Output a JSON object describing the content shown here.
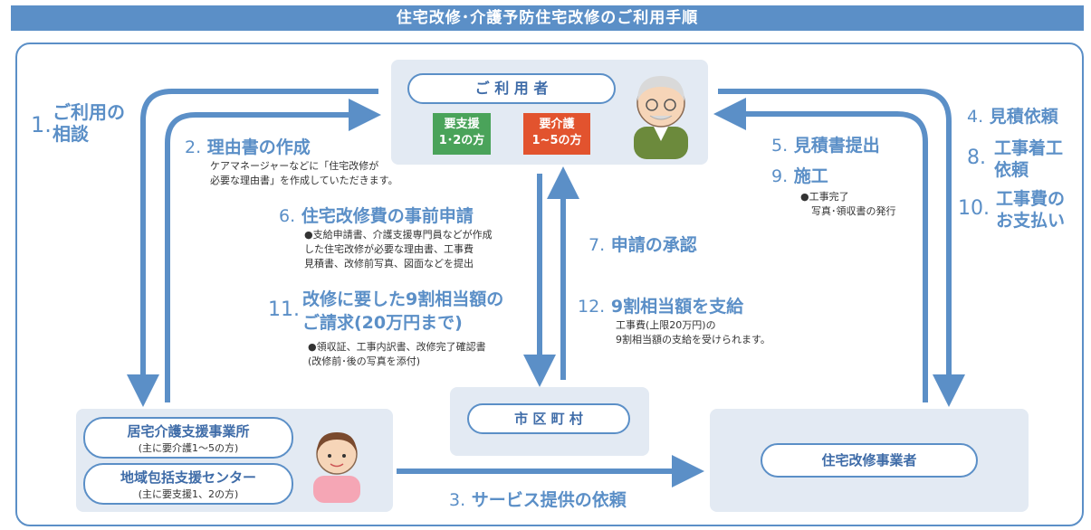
{
  "title": "住宅改修･介護予防住宅改修のご利用手順",
  "nodes": {
    "user": "ご 利 用 者",
    "user_badge_support": {
      "line1": "要支援",
      "line2": "1･2の方"
    },
    "user_badge_care": {
      "line1": "要介護",
      "line2": "1~5の方"
    },
    "care_office": "居宅介護支援事業所",
    "care_office_note": "(主に要介護1～5の方)",
    "regional_center": "地域包括支援センター",
    "regional_center_note": "(主に要支援1、2の方)",
    "municipality": "市 区 町 村",
    "contractor": "住宅改修事業者"
  },
  "steps": {
    "s1": {
      "num": "1.",
      "line1": "ご利用の",
      "line2": "相談"
    },
    "s2": {
      "num": "2.",
      "text": "理由書の作成",
      "note1": "ケアマネージャーなどに「住宅改修が",
      "note2": "必要な理由書」を作成していただきます。"
    },
    "s3": {
      "num": "3.",
      "text": "サービス提供の依頼"
    },
    "s4": {
      "num": "4.",
      "text": "見積依頼"
    },
    "s5": {
      "num": "5.",
      "text": "見積書提出"
    },
    "s6": {
      "num": "6.",
      "text": "住宅改修費の事前申請",
      "note1": "●支給申請書、介護支援専門員などが作成",
      "note2": "した住宅改修が必要な理由書、工事費",
      "note3": "見積書、改修前写真、図面などを提出"
    },
    "s7": {
      "num": "7.",
      "text": "申請の承認"
    },
    "s8": {
      "num": "8.",
      "line1": "工事着工",
      "line2": "依頼"
    },
    "s9": {
      "num": "9.",
      "text": "施工",
      "note1": "●工事完了",
      "note2": "写真･領収書の発行"
    },
    "s10": {
      "num": "10.",
      "line1": "工事費の",
      "line2": "お支払い"
    },
    "s11": {
      "num": "11.",
      "line1": "改修に要した9割相当額の",
      "line2": "ご請求(20万円まで)",
      "note1": "●領収証、工事内訳書、改修完了確認書",
      "note2": "(改修前･後の写真を添付)"
    },
    "s12": {
      "num": "12.",
      "text": "9割相当額を支給",
      "note1": "工事費(上限20万円)の",
      "note2": "9割相当額の支給を受けられます。"
    }
  },
  "icons": {
    "elder": "elderly-man-icon",
    "caregiver": "caregiver-woman-icon"
  },
  "colors": {
    "accent": "#5b8fc7",
    "panel": "#e3eaf3",
    "support_green": "#4aa35a",
    "care_red": "#e2532e"
  }
}
